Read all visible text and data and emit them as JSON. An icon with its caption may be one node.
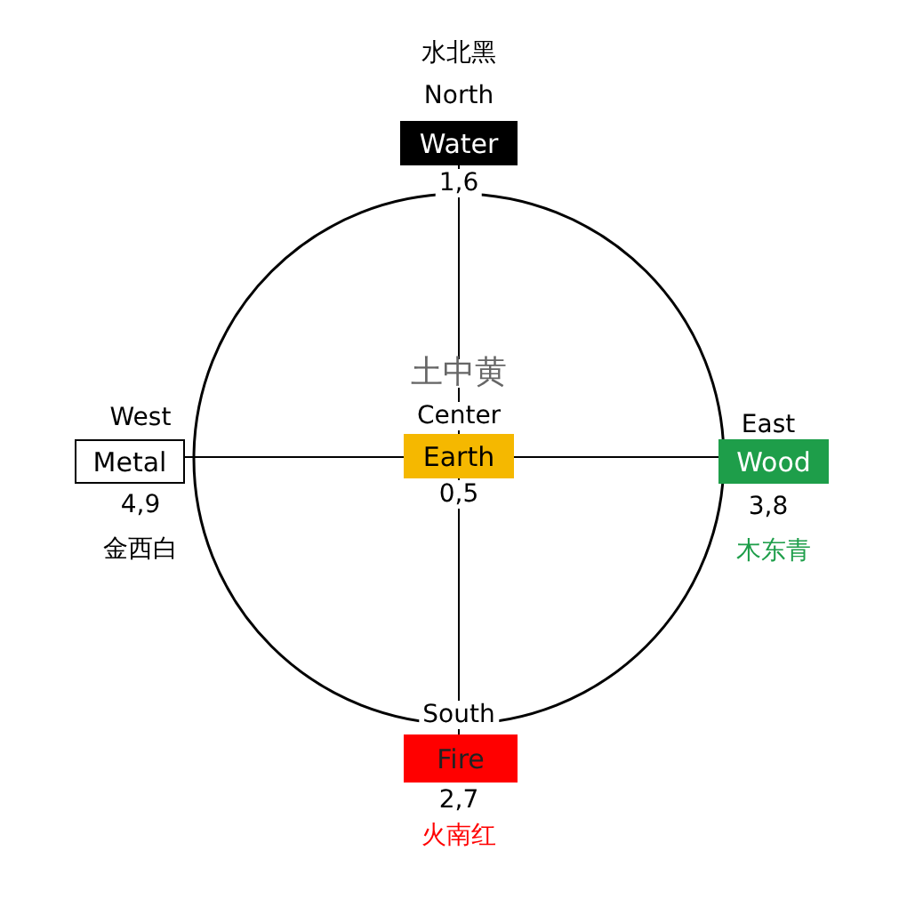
{
  "diagram": {
    "nodes": [
      {
        "text": [],
        "shape": "circle"
      },
      {
        "text": [
          "Water"
        ],
        "beside": [
          "水北黑",
          "North",
          "1,6"
        ]
      },
      {
        "text": [
          "Metal"
        ],
        "beside": [
          "West",
          "4,9",
          "金西白"
        ]
      },
      {
        "text": [
          "Earth"
        ],
        "beside": [
          "土中黄",
          "Center",
          "0,5"
        ],
        "in": 0
      },
      {
        "text": [
          "Wood"
        ],
        "beside": [
          "East",
          "3,8",
          "木东青"
        ]
      },
      {
        "text": [
          "Fire"
        ],
        "beside": [
          "South",
          "2,7",
          "火南红"
        ]
      }
    ],
    "edges": [
      {
        "from": 1,
        "to": 3,
        "arrow": "none"
      },
      {
        "from": 3,
        "to": 5,
        "arrow": "none"
      },
      {
        "from": 2,
        "to": 3,
        "arrow": "none"
      },
      {
        "from": 3,
        "to": 4,
        "arrow": "none"
      }
    ]
  }
}
